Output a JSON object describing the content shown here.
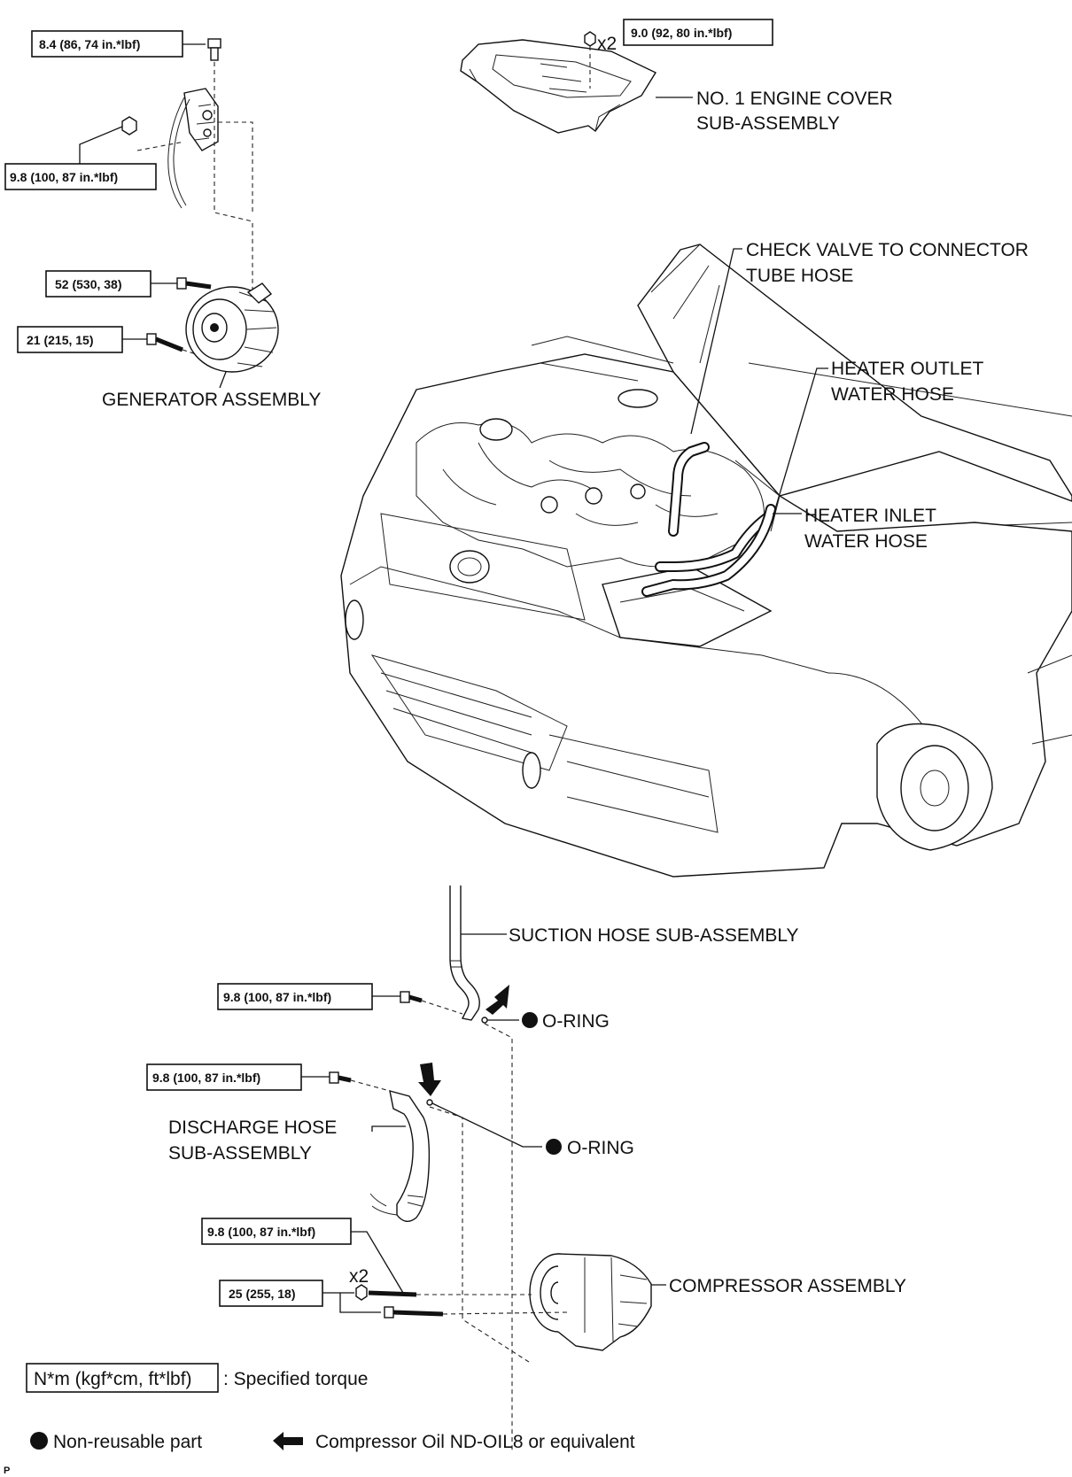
{
  "labels": {
    "engine_cover": [
      "NO. 1 ENGINE COVER",
      "SUB-ASSEMBLY"
    ],
    "check_valve": [
      "CHECK VALVE TO CONNECTOR",
      "TUBE HOSE"
    ],
    "heater_outlet": [
      "HEATER OUTLET",
      "WATER HOSE"
    ],
    "heater_inlet": [
      "HEATER INLET",
      "WATER HOSE"
    ],
    "generator": "GENERATOR ASSEMBLY",
    "suction_hose": "SUCTION HOSE SUB-ASSEMBLY",
    "discharge_hose": [
      "DISCHARGE HOSE",
      "SUB-ASSEMBLY"
    ],
    "o_ring_1": "O-RING",
    "o_ring_2": "O-RING",
    "compressor": "COMPRESSOR ASSEMBLY"
  },
  "torques": {
    "t_8_4": "8.4 (86, 74 in.*lbf)",
    "t_9_8_top": "9.8 (100, 87 in.*lbf)",
    "t_52": "52 (530, 38)",
    "t_21": "21 (215, 15)",
    "t_9_0": "9.0 (92, 80 in.*lbf)",
    "t_9_8_suction": "9.8 (100, 87 in.*lbf)",
    "t_9_8_discharge": "9.8 (100, 87 in.*lbf)",
    "t_9_8_comp": "9.8 (100, 87 in.*lbf)",
    "t_25": "25 (255, 18)"
  },
  "multipliers": {
    "cover_nuts": "x2",
    "comp_bolts": "x2"
  },
  "legend": {
    "torque_box": "N*m (kgf*cm, ft*lbf)",
    "torque_desc": ": Specified torque",
    "nonreusable": "Non-reusable part",
    "oil": "Compressor Oil ND-OIL8 or equivalent"
  },
  "corner_mark": "P"
}
